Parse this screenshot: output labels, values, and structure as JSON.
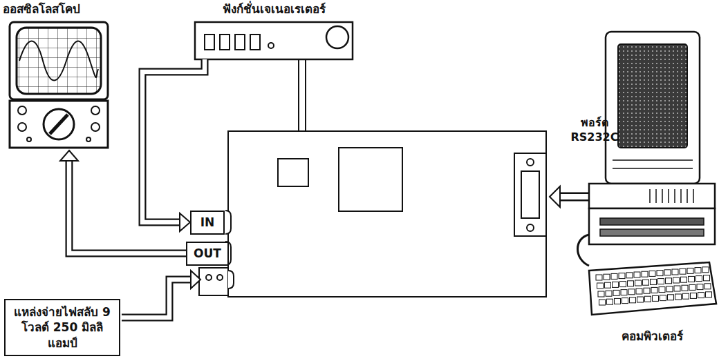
{
  "diagram": {
    "nodes": [
      {
        "text": [
          "ออสซิลโลสโคป"
        ]
      },
      {
        "text": [
          "ฟังก์ชั่นเจเนอเรเตอร์"
        ]
      },
      {
        "text": [
          "IN"
        ]
      },
      {
        "text": [
          "OUT"
        ]
      },
      {
        "text": [
          "แหล่งจ่ายไฟสลับ 9 โวลต์ 250 มิลลิแอมป์"
        ]
      },
      {
        "text": [
          "คอมพิวเตอร์"
        ]
      }
    ],
    "edges": [
      {
        "from": 1,
        "to": 2,
        "arrow": "to"
      },
      {
        "from": 3,
        "to": 0,
        "arrow": "to"
      }
    ],
    "labels": [
      "พอร์ต RS232C"
    ]
  }
}
